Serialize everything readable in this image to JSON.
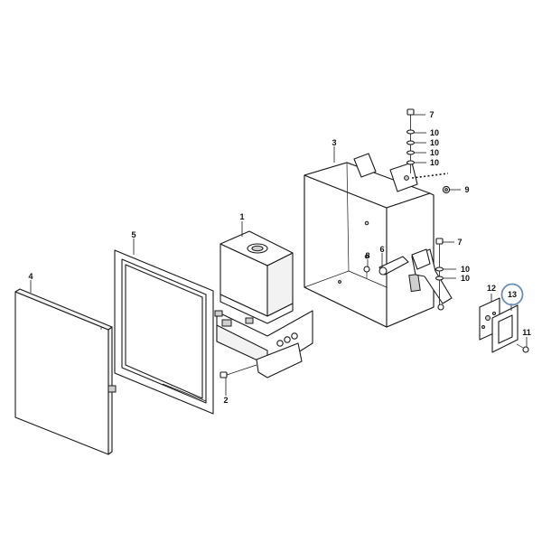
{
  "diagram": {
    "highlight_color": "#6a8fb5",
    "highlighted_callout": "13",
    "callouts": [
      {
        "id": "c1",
        "label": "1"
      },
      {
        "id": "c2",
        "label": "2"
      },
      {
        "id": "c3",
        "label": "3"
      },
      {
        "id": "c4",
        "label": "4"
      },
      {
        "id": "c5",
        "label": "5"
      },
      {
        "id": "c6",
        "label": "6"
      },
      {
        "id": "c7a",
        "label": "7"
      },
      {
        "id": "c7b",
        "label": "7"
      },
      {
        "id": "c8",
        "label": "8"
      },
      {
        "id": "c9",
        "label": "9"
      },
      {
        "id": "c10a",
        "label": "10"
      },
      {
        "id": "c10b",
        "label": "10"
      },
      {
        "id": "c10c",
        "label": "10"
      },
      {
        "id": "c10d",
        "label": "10"
      },
      {
        "id": "c10e",
        "label": "10"
      },
      {
        "id": "c10f",
        "label": "10"
      },
      {
        "id": "c11",
        "label": "11"
      },
      {
        "id": "c12",
        "label": "12"
      },
      {
        "id": "c13",
        "label": "13"
      }
    ]
  }
}
